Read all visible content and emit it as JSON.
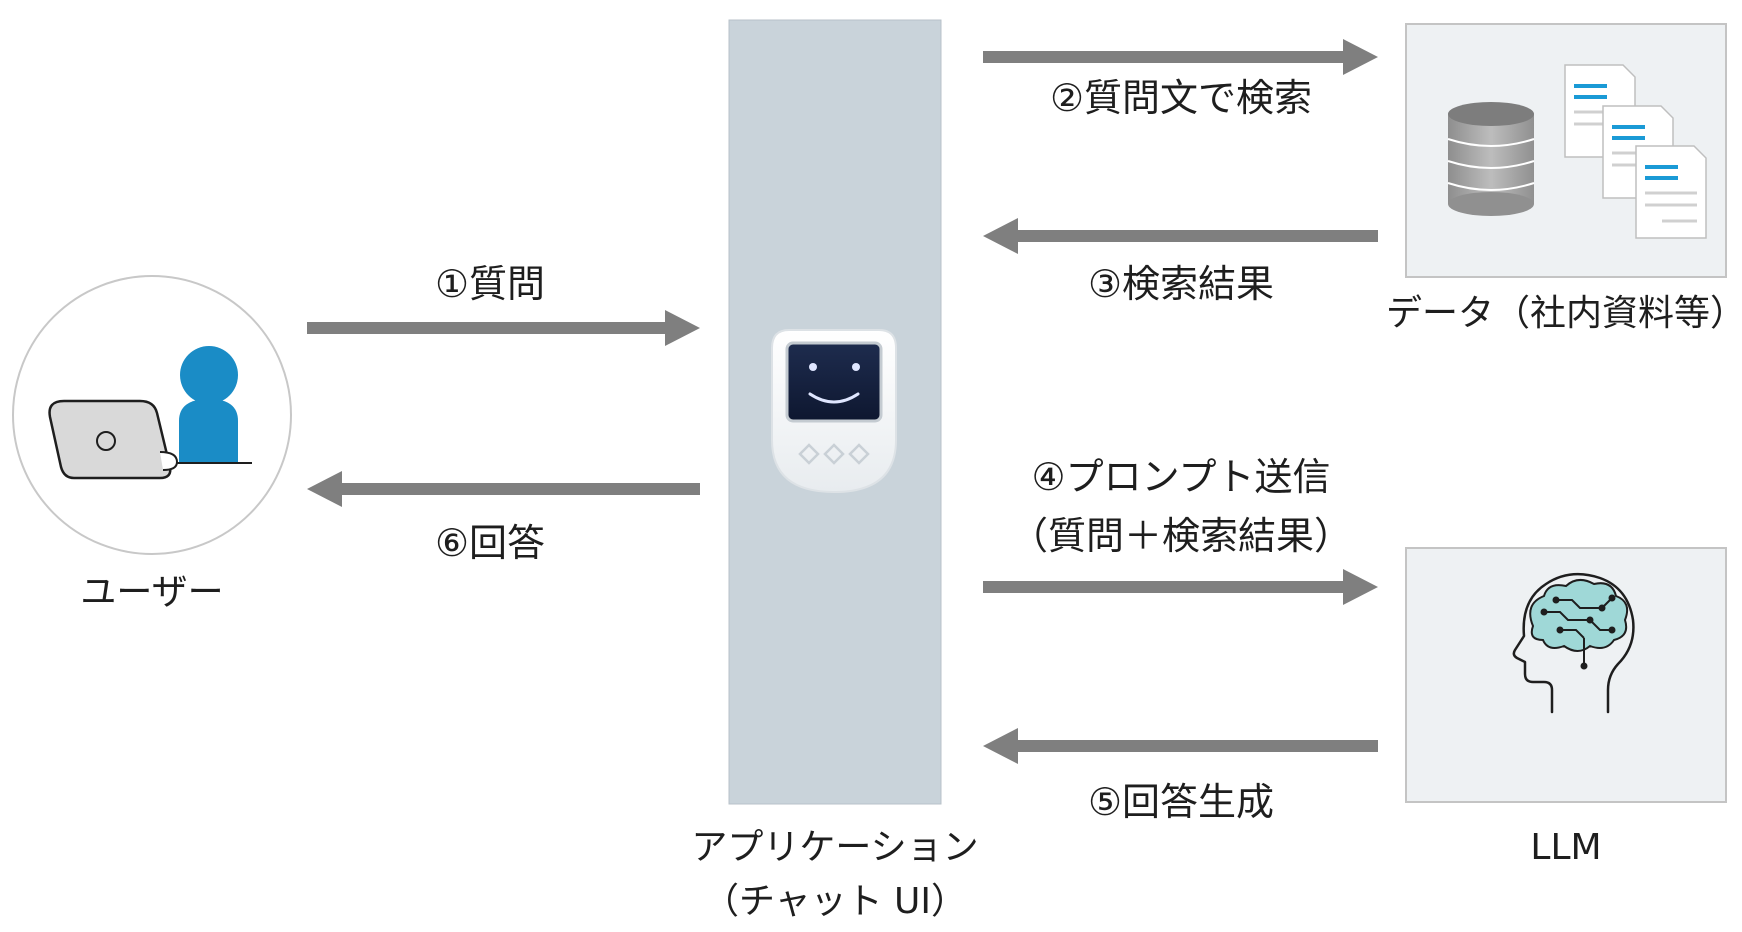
{
  "nodes": {
    "user": {
      "label": "ユーザー"
    },
    "app": {
      "label_line1": "アプリケーション",
      "label_line2": "（チャット UI）"
    },
    "data": {
      "label": "データ（社内資料等）"
    },
    "llm": {
      "label": "LLM"
    }
  },
  "edges": {
    "question": "①質問",
    "search": "②質問文で検索",
    "search_results": "③検索結果",
    "prompt_line1": "④プロンプト送信",
    "prompt_line2": "（質問＋検索結果）",
    "answer_generation": "⑤回答生成",
    "answer": "⑥回答"
  },
  "colors": {
    "arrow": "#7f7f7f",
    "app_panel": "#c9d3da",
    "node_box_bg": "#eef1f3",
    "node_box_border": "#c4c4c4",
    "person_blue": "#1a8cc6",
    "document_accent": "#1a9ad6",
    "brain_fill": "#9fd8d7",
    "db_gray": "#a6a6a6"
  },
  "icons": {
    "user": "person-with-laptop-icon",
    "app": "chat-robot-icon",
    "data": "database-documents-icon",
    "llm": "ai-brain-head-icon"
  }
}
